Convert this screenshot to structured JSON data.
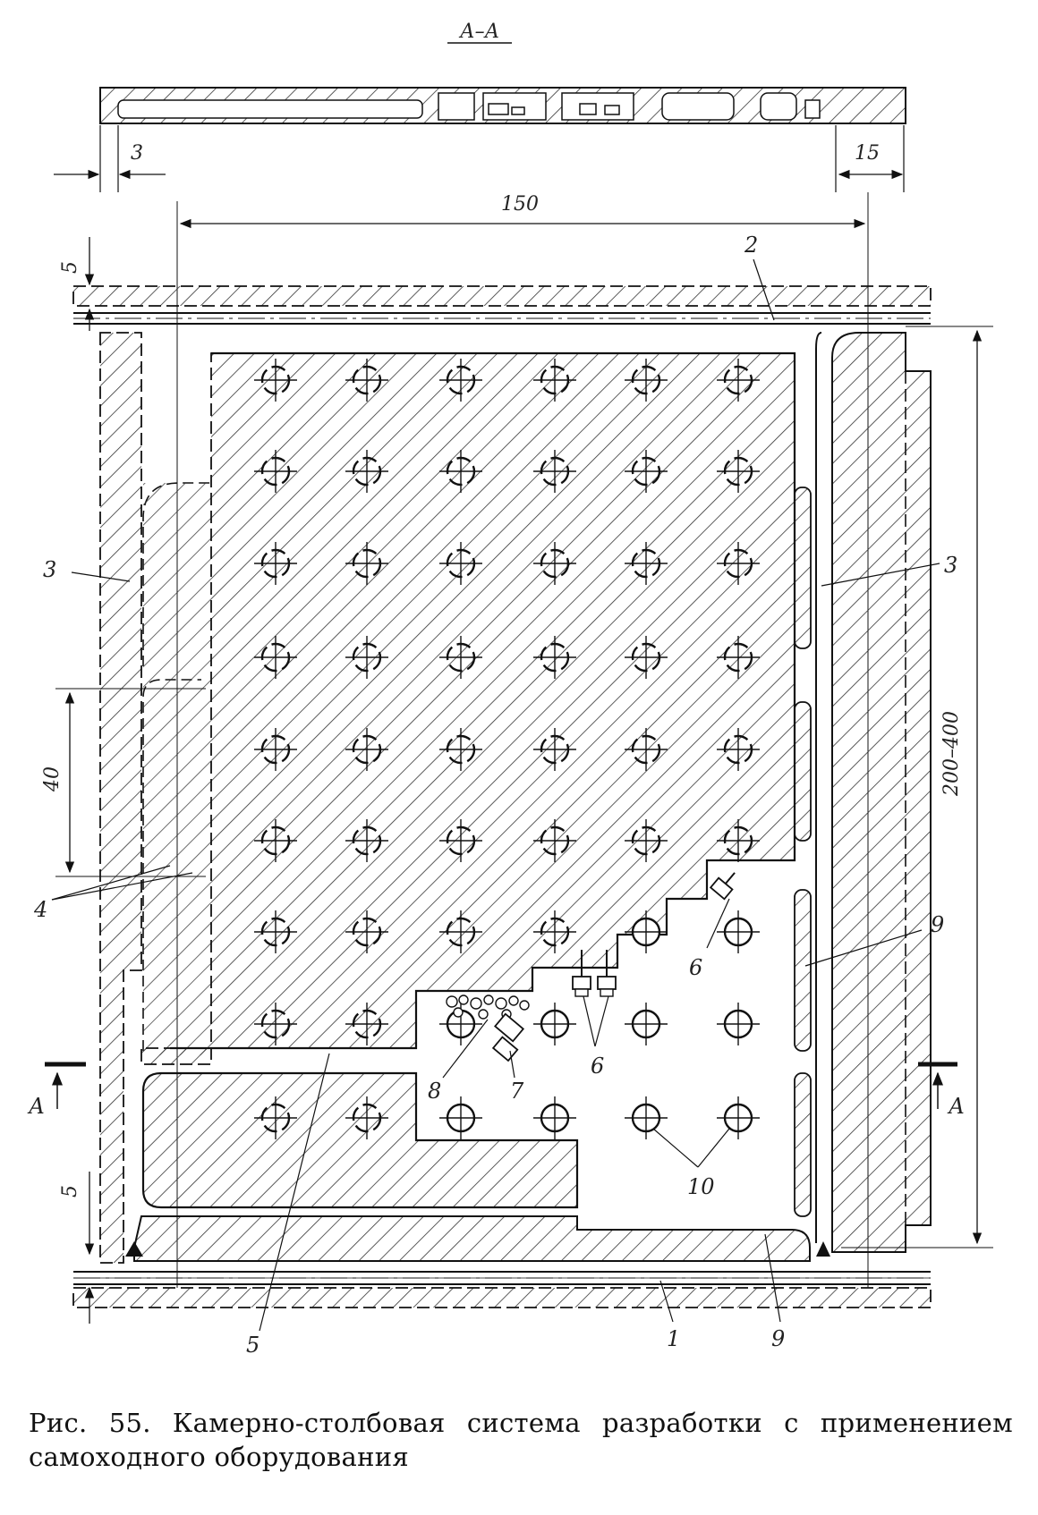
{
  "section_label": "А–А",
  "dimensions": {
    "d3": "3",
    "d15": "15",
    "d150": "150",
    "d5_top": "5",
    "d5_bottom": "5",
    "d40": "40",
    "d200_400": "200–400"
  },
  "callouts": {
    "c1": "1",
    "c2": "2",
    "c3_left": "3",
    "c3_right": "3",
    "c4": "4",
    "c5": "5",
    "c5_bottom": "5",
    "c6_upper": "6",
    "c6_lower": "6",
    "c7": "7",
    "c8": "8",
    "c9_right": "9",
    "c9_bottom": "9",
    "c10": "10",
    "section_mark_left": "А",
    "section_mark_right": "А"
  },
  "caption": "Рис. 55. Камерно-столбовая система разработки с применением самоходного оборудования"
}
